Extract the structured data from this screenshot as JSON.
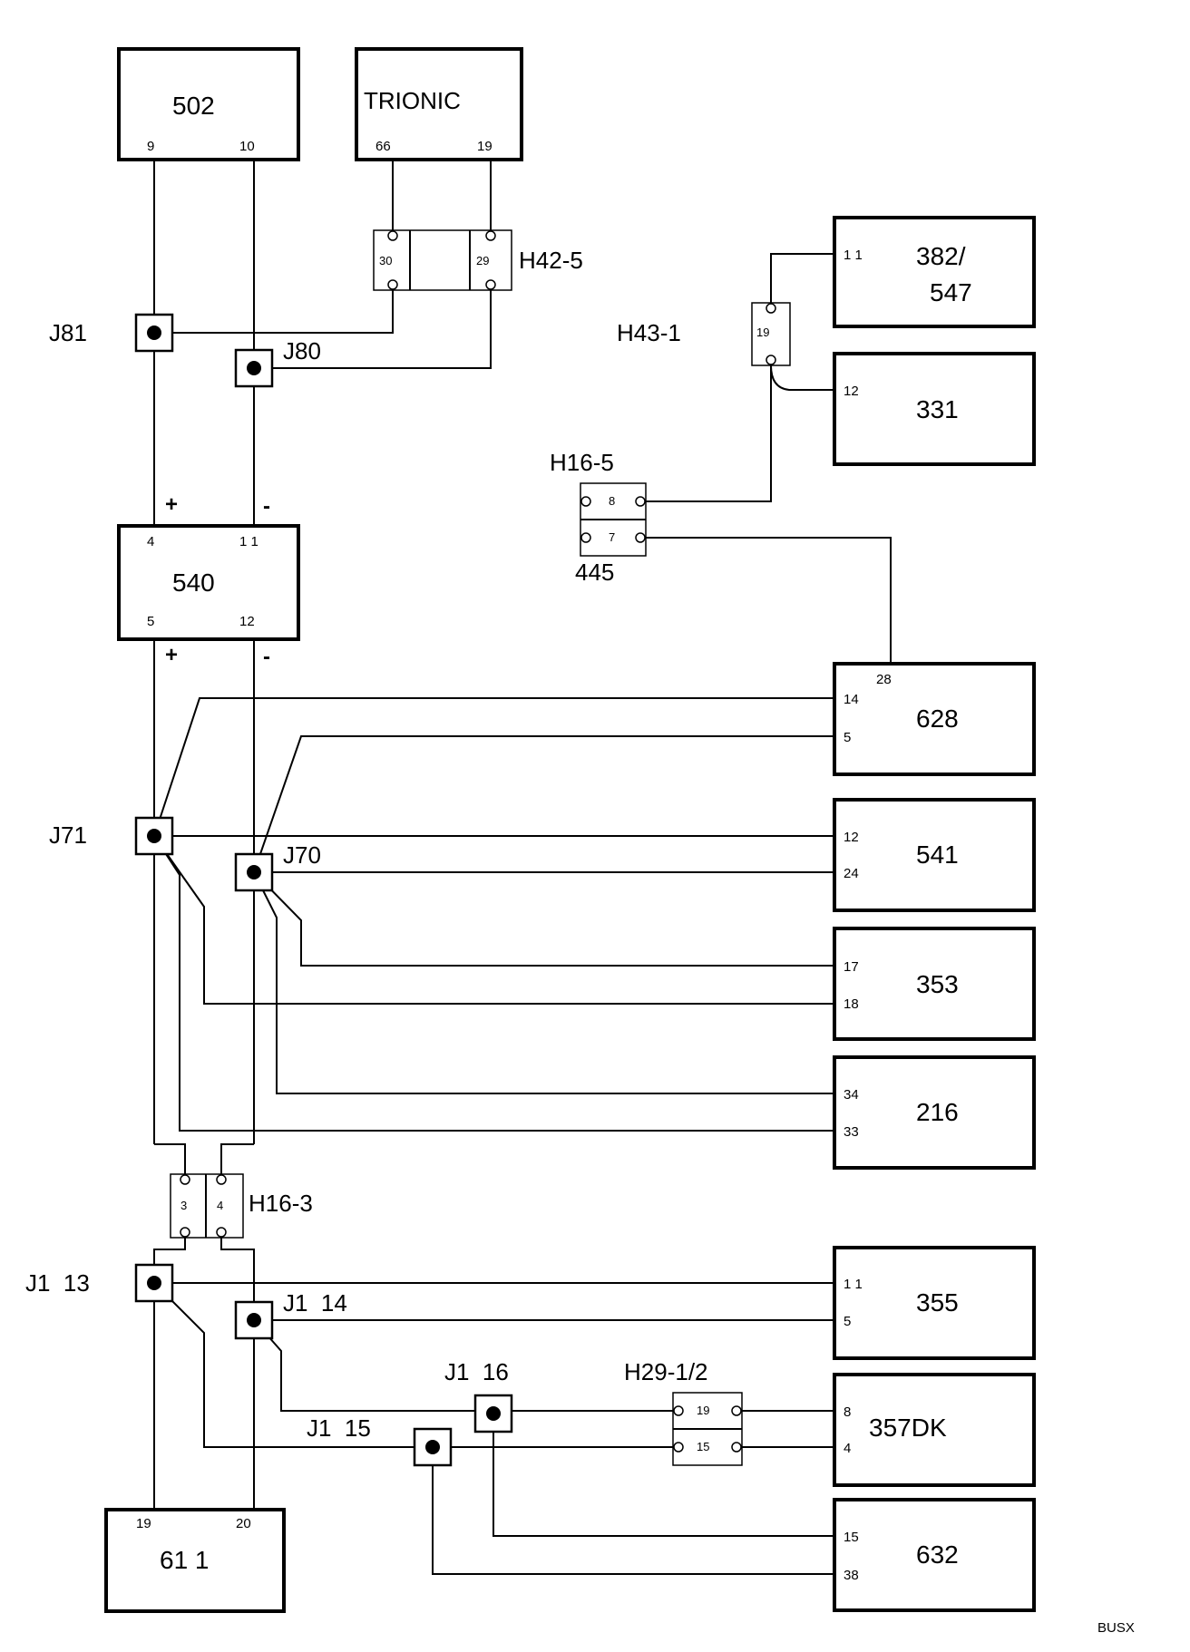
{
  "modules": {
    "m502": {
      "name": "502",
      "pins": [
        "9",
        "10"
      ]
    },
    "trionic": {
      "name": "TRIONIC",
      "pins": [
        "66",
        "19"
      ]
    },
    "m382": {
      "name_line1": "382/",
      "name_line2": "547",
      "pins": [
        "1 1"
      ]
    },
    "m331": {
      "name": "331",
      "pins": [
        "12"
      ]
    },
    "m540": {
      "name": "540",
      "pins": [
        "4",
        "1 1",
        "5",
        "12"
      ]
    },
    "m628": {
      "name": "628",
      "pins": [
        "28",
        "14",
        "5"
      ]
    },
    "m541": {
      "name": "541",
      "pins": [
        "12",
        "24"
      ]
    },
    "m353": {
      "name": "353",
      "pins": [
        "17",
        "18"
      ]
    },
    "m216": {
      "name": "216",
      "pins": [
        "34",
        "33"
      ]
    },
    "m355": {
      "name": "355",
      "pins": [
        "1 1",
        "5"
      ]
    },
    "m357": {
      "name": "357DK",
      "pins": [
        "8",
        "4"
      ]
    },
    "m632": {
      "name": "632",
      "pins": [
        "15",
        "38"
      ]
    },
    "m611": {
      "name": "61  1",
      "pins": [
        "19",
        "20"
      ]
    }
  },
  "connectors": {
    "h42": {
      "name": "H42-5",
      "pins": [
        "30",
        "29"
      ]
    },
    "h43": {
      "name": "H43-1",
      "pins": [
        "19"
      ]
    },
    "h165": {
      "name": "H16-5",
      "sub": "445",
      "pins": [
        "8",
        "7"
      ]
    },
    "h163": {
      "name": "H16-3",
      "pins": [
        "3",
        "4"
      ]
    },
    "h29": {
      "name": "H29-1/2",
      "pins": [
        "19",
        "15"
      ]
    }
  },
  "junctions": {
    "j81": "J81",
    "j80": "J80",
    "j71": "J71",
    "j70": "J70",
    "j113": "J1  13",
    "j114": "J1  14",
    "j116": "J1  16",
    "j115": "J1  15"
  },
  "signs": {
    "plus": "+",
    "minus": "-"
  },
  "footer": "BUSX"
}
